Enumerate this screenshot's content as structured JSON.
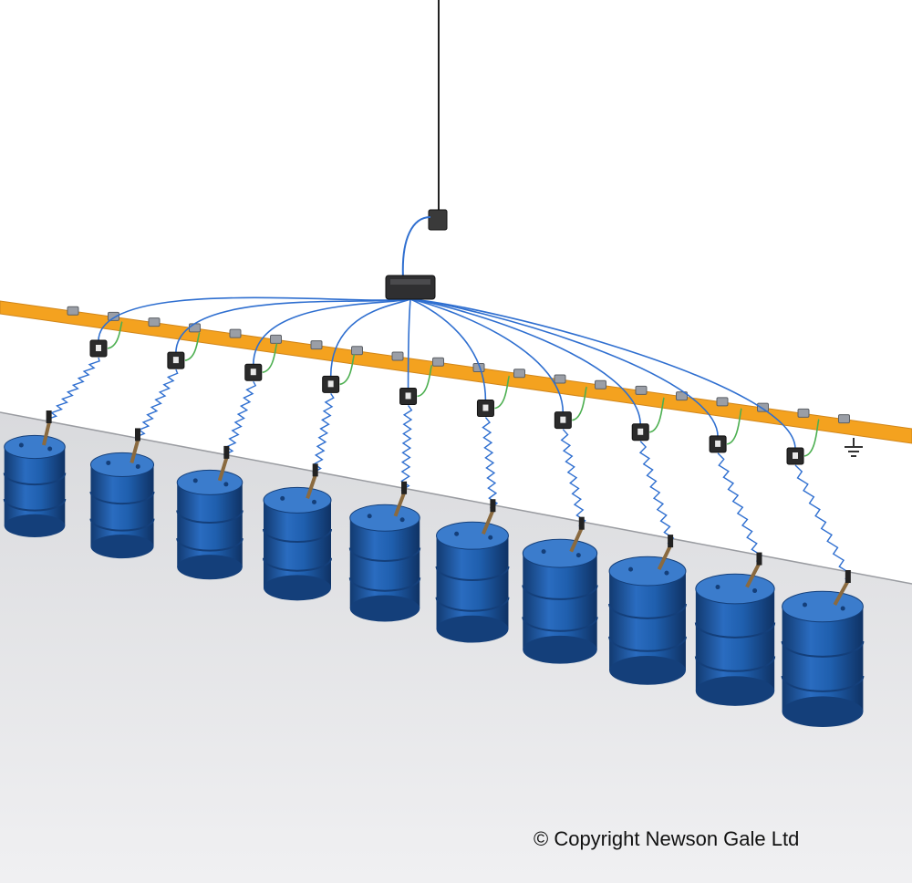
{
  "copyright": "© Copyright Newson Gale Ltd",
  "colors": {
    "floor": "#e4e5e8",
    "wall": "#ffffff",
    "drum": "#1f5fae",
    "drum_dark": "#143f7a",
    "drum_light": "#3b7ccc",
    "busbar": "#f4a21f",
    "cable": "#2f6fd0",
    "ground_wire": "#4caf50",
    "device": "#2b2b2b",
    "clamp_lead": "#8a6a3f"
  },
  "objects": {
    "drum_count": 10,
    "monitor_count": 10,
    "icons": [
      "junction-box-icon",
      "ground-symbol-icon",
      "drum-icon",
      "clamp-monitor-icon"
    ]
  }
}
